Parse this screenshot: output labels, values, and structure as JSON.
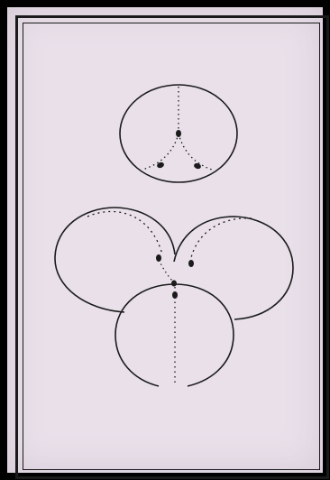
{
  "diagram": {
    "ink_color": "#1b1b1b",
    "paper_color": "#e9e0ea",
    "frame_color": "#000000",
    "figures": [
      {
        "name": "top-figure",
        "description_count": 1
      },
      {
        "name": "bottom-figure",
        "description_count": 3
      }
    ]
  }
}
